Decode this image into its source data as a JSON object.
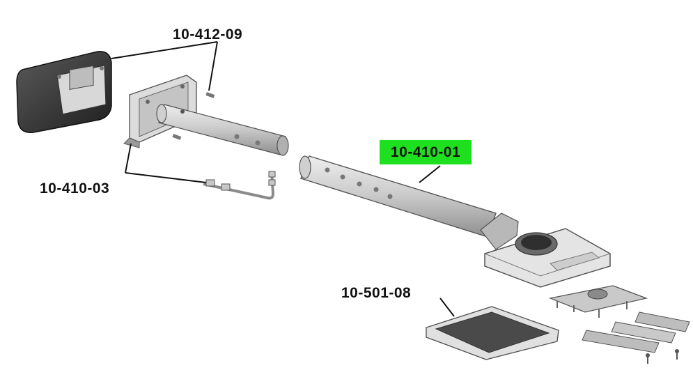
{
  "diagram": {
    "parts": [
      {
        "id": "a",
        "label": "10-412-09"
      },
      {
        "id": "b",
        "label": "10-410-03"
      },
      {
        "id": "c",
        "label": "10-410-01",
        "highlighted": true
      },
      {
        "id": "d",
        "label": "10-501-08"
      }
    ],
    "colors": {
      "highlight": "#1fe01f",
      "housing_dark": "#3a3a3a",
      "metal_light": "#d6d6d6",
      "metal_mid": "#a8a8a8",
      "outline": "#555555",
      "leader": "#111111"
    }
  }
}
